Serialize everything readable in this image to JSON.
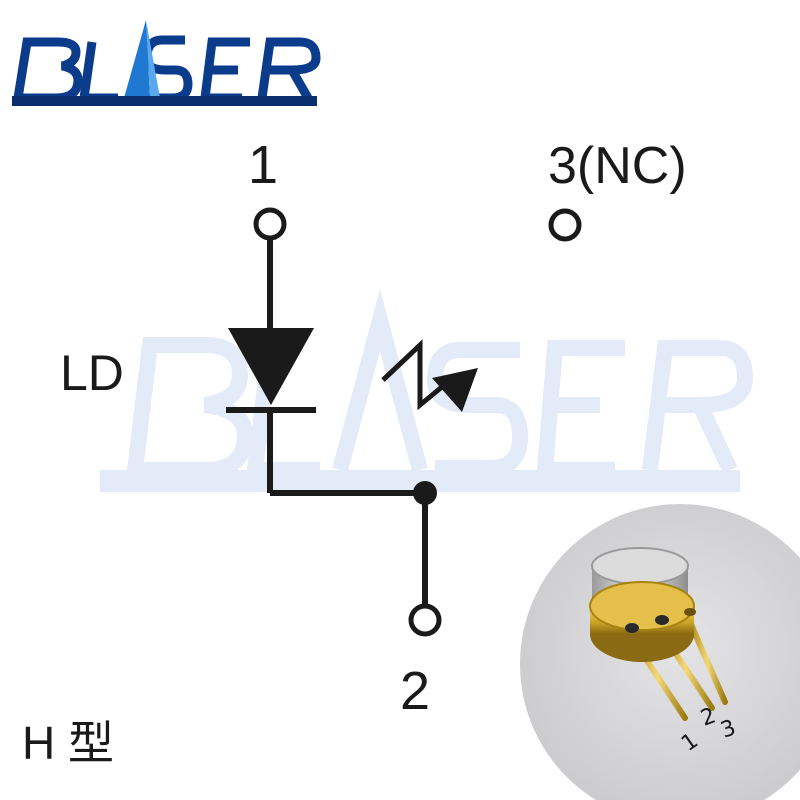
{
  "logo": {
    "text": "BLASER",
    "color": "#0b3c8c"
  },
  "watermark": {
    "text": "BLASER"
  },
  "diagram": {
    "pin1_label": "1",
    "pin2_label": "2",
    "pin3_label": "3(NC)",
    "component_label": "LD",
    "type_label": "H 型"
  },
  "photo": {
    "pin_numbers": [
      "1",
      "2",
      "3"
    ],
    "description_colors": {
      "gold": "#c9a227",
      "background": "#d7d7d9"
    }
  }
}
